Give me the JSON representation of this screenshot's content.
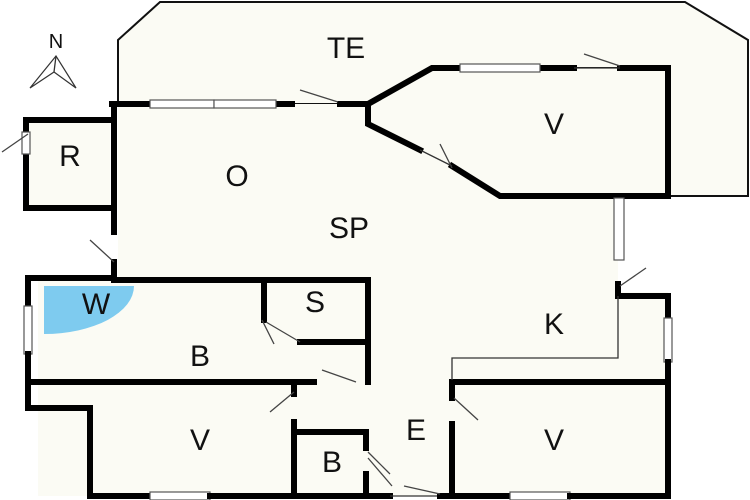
{
  "compass": {
    "letter": "N"
  },
  "rooms": {
    "terrace": "TE",
    "bedroom_northeast": "V",
    "storage": "R",
    "living": "O",
    "dining": "SP",
    "laundry": "W",
    "shower": "S",
    "bathroom": "B",
    "kitchen": "K",
    "bedroom_southwest": "V",
    "bathroom_small": "B",
    "entrance": "E",
    "bedroom_southeast": "V"
  },
  "colors": {
    "wall": "#000000",
    "floor": "#fbfbf4",
    "washer_highlight": "#7ecbef"
  }
}
